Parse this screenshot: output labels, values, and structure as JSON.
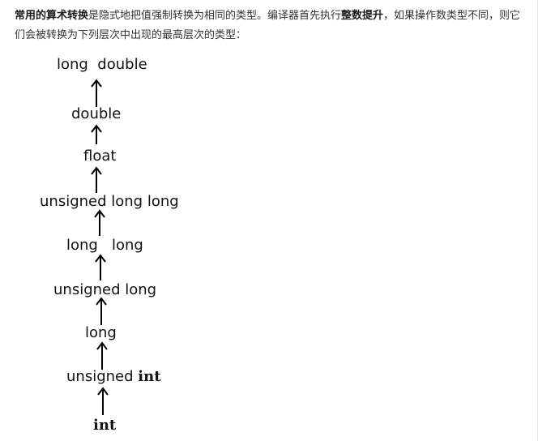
{
  "intro": {
    "part1_bold": "常用的算术转换",
    "part2": "是隐式地把值强制转换为相同的类型。编译器首先执行",
    "part3_bold": "整数提升",
    "part4": "，如果操作数类型不同，则它们会被转换为下列层次中出现的最高层次的类型："
  },
  "hierarchy": {
    "long_double": "long  double",
    "double": "double",
    "float": "float",
    "unsigned_long_long": "unsigned long long",
    "long_long": "long   long",
    "unsigned_long": "unsigned long",
    "long": "long",
    "unsigned_int_prefix": "unsigned ",
    "unsigned_int_suffix": "int",
    "int": "int"
  },
  "colors": {
    "text": "#333333",
    "label": "#111111",
    "arrow": "#000000"
  },
  "icons": [
    "up-arrow-icon"
  ]
}
